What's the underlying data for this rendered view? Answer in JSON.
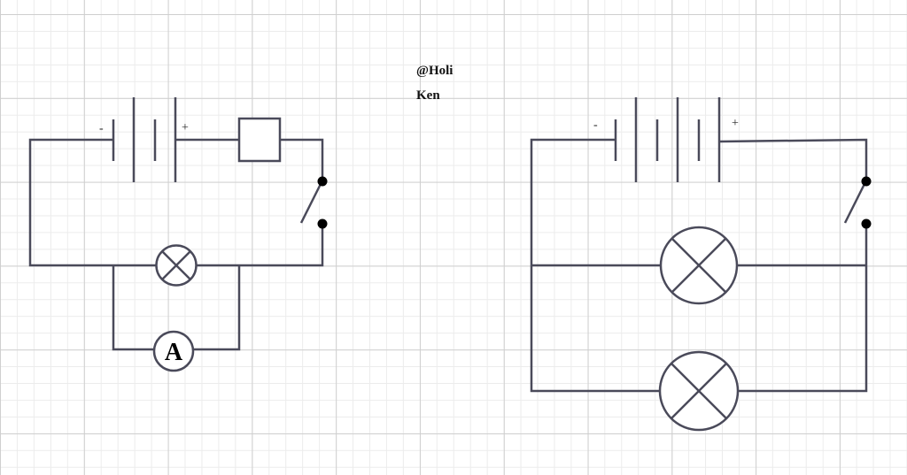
{
  "credit": {
    "line1": "@Holi",
    "line2": "Ken"
  },
  "left_circuit": {
    "battery_minus": "-",
    "battery_plus": "+",
    "ammeter_label": "A"
  },
  "right_circuit": {
    "battery_minus": "-",
    "battery_plus": "+"
  },
  "colors": {
    "wire": "#4a4a5a",
    "grid_major": "#cfcfcf",
    "grid_minor": "#ececec"
  }
}
